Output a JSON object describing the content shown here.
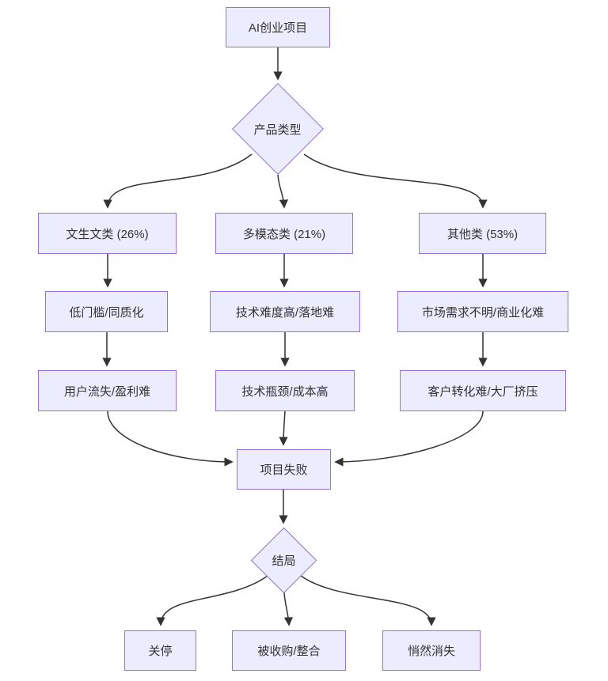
{
  "diagram": {
    "type": "flowchart",
    "direction": "top-down",
    "colors": {
      "node_fill": "#ECECFF",
      "node_border": "#9370DB",
      "edge_stroke": "#333333",
      "text": "#333333",
      "background": "#FFFFFF"
    },
    "nodes": {
      "start": {
        "label": "AI创业项目",
        "shape": "rect"
      },
      "product_type": {
        "label": "产品类型",
        "shape": "diamond"
      },
      "text2text": {
        "label": "文生文类 (26%)",
        "shape": "rect"
      },
      "multimodal": {
        "label": "多模态类 (21%)",
        "shape": "rect"
      },
      "other": {
        "label": "其他类 (53%)",
        "shape": "rect"
      },
      "low_barrier": {
        "label": "低门槛/同质化",
        "shape": "rect"
      },
      "tech_difficulty": {
        "label": "技术难度高/落地难",
        "shape": "rect"
      },
      "unclear_market": {
        "label": "市场需求不明/商业化难",
        "shape": "rect"
      },
      "user_churn": {
        "label": "用户流失/盈利难",
        "shape": "rect"
      },
      "tech_bottleneck": {
        "label": "技术瓶颈/成本高",
        "shape": "rect"
      },
      "hard_conversion": {
        "label": "客户转化难/大厂挤压",
        "shape": "rect"
      },
      "failure": {
        "label": "项目失败",
        "shape": "rect"
      },
      "outcome": {
        "label": "结局",
        "shape": "diamond"
      },
      "shutdown": {
        "label": "关停",
        "shape": "rect"
      },
      "acquired": {
        "label": "被收购/整合",
        "shape": "rect"
      },
      "vanish": {
        "label": "悄然消失",
        "shape": "rect"
      }
    },
    "edges": [
      {
        "from": "start",
        "to": "product_type"
      },
      {
        "from": "product_type",
        "to": "text2text"
      },
      {
        "from": "product_type",
        "to": "multimodal"
      },
      {
        "from": "product_type",
        "to": "other"
      },
      {
        "from": "text2text",
        "to": "low_barrier"
      },
      {
        "from": "multimodal",
        "to": "tech_difficulty"
      },
      {
        "from": "other",
        "to": "unclear_market"
      },
      {
        "from": "low_barrier",
        "to": "user_churn"
      },
      {
        "from": "tech_difficulty",
        "to": "tech_bottleneck"
      },
      {
        "from": "unclear_market",
        "to": "hard_conversion"
      },
      {
        "from": "user_churn",
        "to": "failure"
      },
      {
        "from": "tech_bottleneck",
        "to": "failure"
      },
      {
        "from": "hard_conversion",
        "to": "failure"
      },
      {
        "from": "failure",
        "to": "outcome"
      },
      {
        "from": "outcome",
        "to": "shutdown"
      },
      {
        "from": "outcome",
        "to": "acquired"
      },
      {
        "from": "outcome",
        "to": "vanish"
      }
    ]
  }
}
